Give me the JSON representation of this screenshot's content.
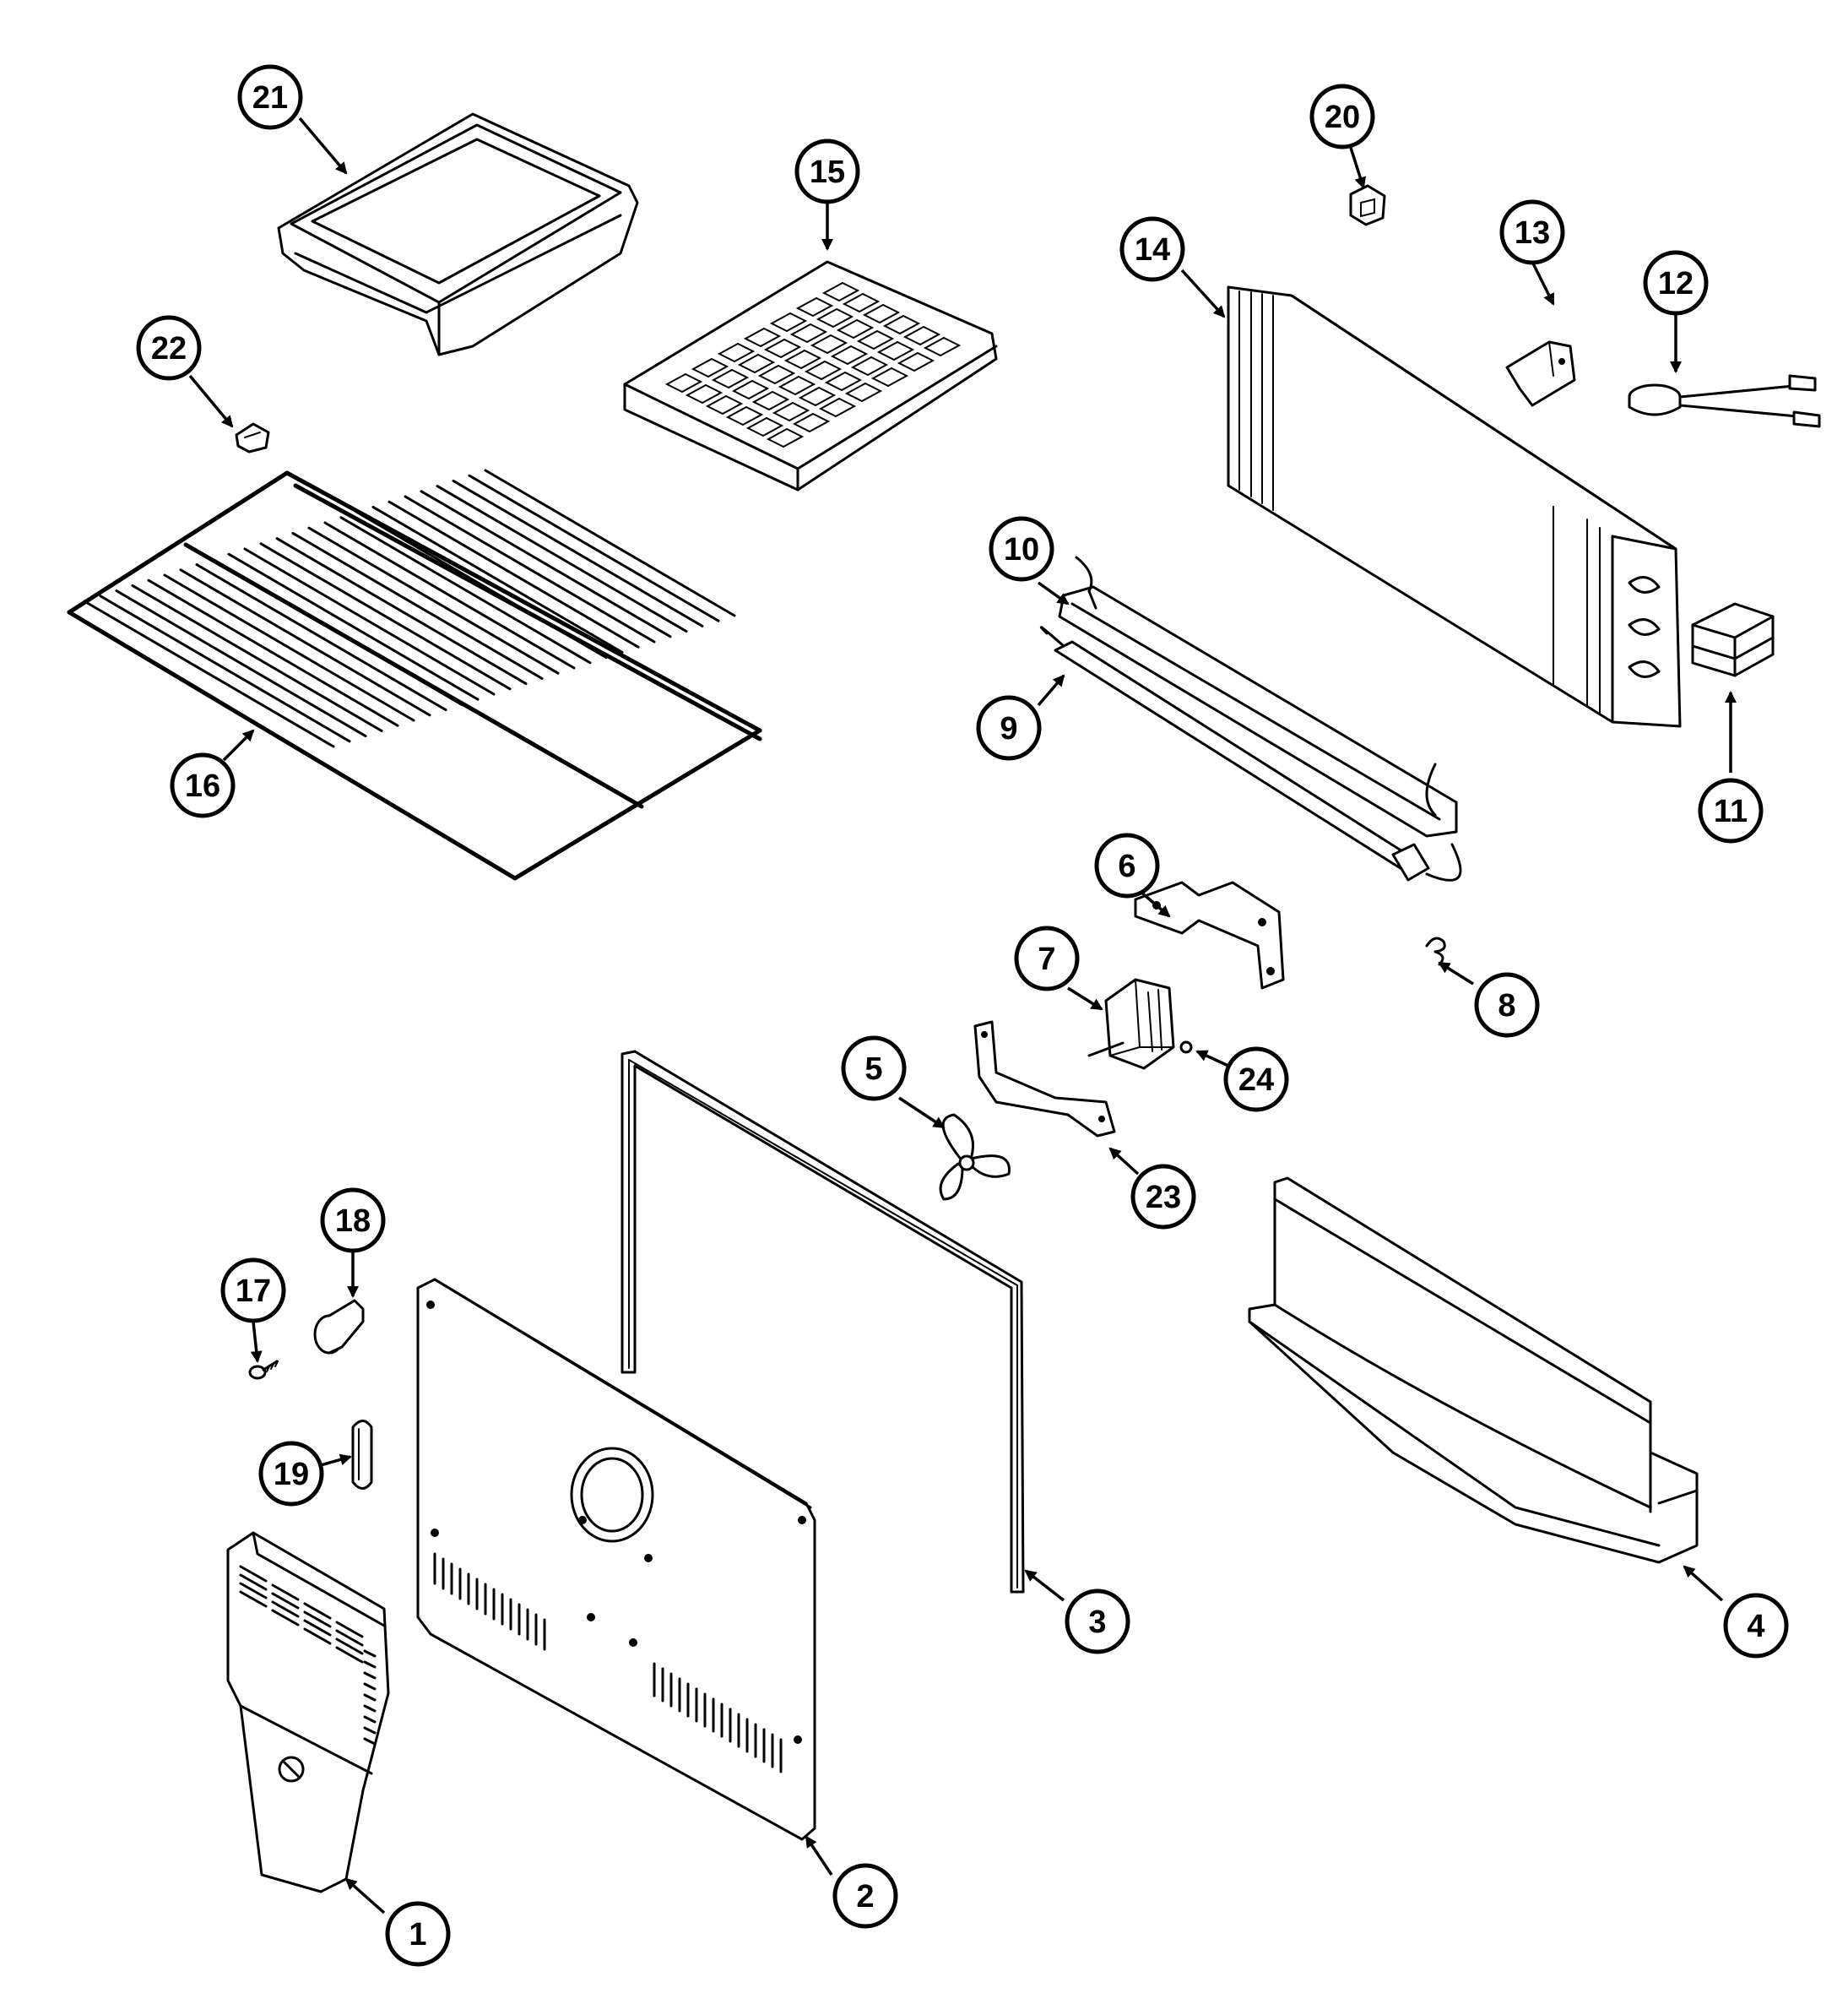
{
  "diagram": {
    "colors": {
      "ink": "#000000",
      "paper": "#ffffff"
    },
    "parts": [
      {
        "id": "part-1",
        "number": "1"
      },
      {
        "id": "part-2",
        "number": "2"
      },
      {
        "id": "part-3",
        "number": "3"
      },
      {
        "id": "part-4",
        "number": "4"
      },
      {
        "id": "part-5",
        "number": "5"
      },
      {
        "id": "part-6",
        "number": "6"
      },
      {
        "id": "part-7",
        "number": "7"
      },
      {
        "id": "part-8",
        "number": "8"
      },
      {
        "id": "part-9",
        "number": "9"
      },
      {
        "id": "part-10",
        "number": "10"
      },
      {
        "id": "part-11",
        "number": "11"
      },
      {
        "id": "part-12",
        "number": "12"
      },
      {
        "id": "part-13",
        "number": "13"
      },
      {
        "id": "part-14",
        "number": "14"
      },
      {
        "id": "part-15",
        "number": "15"
      },
      {
        "id": "part-16",
        "number": "16"
      },
      {
        "id": "part-17",
        "number": "17"
      },
      {
        "id": "part-18",
        "number": "18"
      },
      {
        "id": "part-19",
        "number": "19"
      },
      {
        "id": "part-20",
        "number": "20"
      },
      {
        "id": "part-21",
        "number": "21"
      },
      {
        "id": "part-22",
        "number": "22"
      },
      {
        "id": "part-23",
        "number": "23"
      },
      {
        "id": "part-24",
        "number": "24"
      }
    ]
  }
}
